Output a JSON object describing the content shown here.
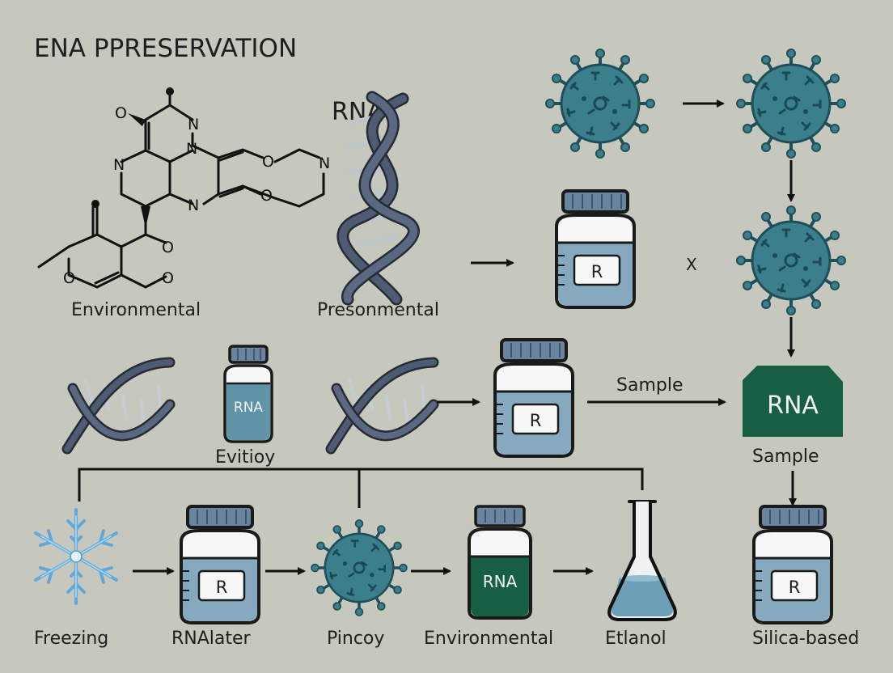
{
  "title": "ENA PPRESERVATION",
  "rna_heading": "RNA",
  "cross_mark": "X",
  "molecule": {
    "atoms": [
      "O",
      "N",
      "N",
      "N",
      "N",
      "O",
      "N",
      "O",
      "O",
      "O",
      "O"
    ],
    "caption": "Environmental"
  },
  "top_dna_caption": "Presonmental",
  "middle_row": {
    "vial_label": "RNA",
    "vial_caption": "Evitioy",
    "bottle_label": "R",
    "arrow_label": "Sample",
    "rna_box_label": "RNA",
    "rna_box_caption": "Sample"
  },
  "top_bottle_label": "R",
  "bottom_row": [
    {
      "caption": "Freezing"
    },
    {
      "caption": "RNAlater",
      "label": "R"
    },
    {
      "caption": "Pincoy"
    },
    {
      "caption": "Environmental",
      "label": "RNA"
    },
    {
      "caption": "Etlanol"
    },
    {
      "caption": "Silica-based",
      "label": "R"
    }
  ],
  "colors": {
    "background": "#c6c8bd",
    "virus": "#3b7e8c",
    "dna": "#4d5b73",
    "dark_green": "#185e43",
    "liquid": "#86a9c0",
    "cap": "#6b85a0"
  }
}
